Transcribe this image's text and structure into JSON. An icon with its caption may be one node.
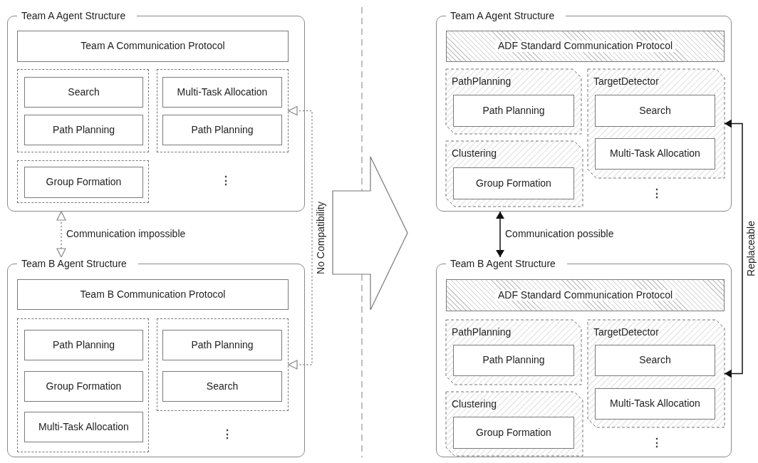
{
  "diagram": {
    "nodes": [
      {
        "text": [
          "Team A Agent Structure"
        ]
      },
      {
        "text": [
          "Team A Communication Protocol"
        ],
        "in": 0
      },
      {
        "text": [],
        "shape": "box",
        "in": 0
      },
      {
        "text": [
          "Search"
        ],
        "in": 2
      },
      {
        "text": [
          "Path Planning"
        ],
        "in": 2
      },
      {
        "text": [],
        "shape": "box",
        "in": 0
      },
      {
        "text": [
          "Multi-Task Allocation"
        ],
        "in": 5
      },
      {
        "text": [
          "Path Planning"
        ],
        "in": 5
      },
      {
        "text": [],
        "shape": "box",
        "in": 0
      },
      {
        "text": [
          "Group Formation"
        ],
        "in": 8
      },
      {
        "text": [
          "Team B Agent Structure"
        ]
      },
      {
        "text": [
          "Team B Communication Protocol"
        ],
        "in": 10
      },
      {
        "text": [],
        "shape": "box",
        "in": 10
      },
      {
        "text": [
          "Path Planning"
        ],
        "in": 12
      },
      {
        "text": [
          "Group Formation"
        ],
        "in": 12
      },
      {
        "text": [
          "Multi-Task Allocation"
        ],
        "in": 12
      },
      {
        "text": [],
        "shape": "box",
        "in": 10
      },
      {
        "text": [
          "Path Planning"
        ],
        "in": 16
      },
      {
        "text": [
          "Search"
        ],
        "in": 16
      },
      {
        "text": [
          "Team A Agent Structure"
        ]
      },
      {
        "text": [
          "ADF Standard Communication Protocol"
        ],
        "in": 19
      },
      {
        "text": [
          "PathPlanning"
        ],
        "in": 19
      },
      {
        "text": [
          "Path Planning"
        ],
        "in": 21
      },
      {
        "text": [
          "Clustering"
        ],
        "in": 19
      },
      {
        "text": [
          "Group Formation"
        ],
        "in": 23
      },
      {
        "text": [
          "TargetDetector"
        ],
        "in": 19
      },
      {
        "text": [
          "Search"
        ],
        "in": 25
      },
      {
        "text": [
          "Multi-Task Allocation"
        ],
        "in": 25
      },
      {
        "text": [
          "Team B Agent Structure"
        ]
      },
      {
        "text": [
          "ADF Standard Communication Protocol"
        ],
        "in": 28
      },
      {
        "text": [
          "PathPlanning"
        ],
        "in": 28
      },
      {
        "text": [
          "Path Planning"
        ],
        "in": 30
      },
      {
        "text": [
          "Clustering"
        ],
        "in": 28
      },
      {
        "text": [
          "Group Formation"
        ],
        "in": 32
      },
      {
        "text": [
          "TargetDetector"
        ],
        "in": 28
      },
      {
        "text": [
          "Search"
        ],
        "in": 34
      },
      {
        "text": [
          "Multi-Task Allocation"
        ],
        "in": 34
      }
    ],
    "edges": [
      {
        "from": 0,
        "to": 10,
        "arrow": "both",
        "style": "dashed",
        "color": "#888888",
        "label": "Communication impossible"
      },
      {
        "from": 5,
        "to": 16,
        "arrow": "both",
        "style": "dashed",
        "color": "#888888",
        "label": "No Compatibility"
      },
      {
        "from": 19,
        "to": 28,
        "arrow": "both",
        "color": "#111111",
        "label": "Communication possible"
      },
      {
        "from": 25,
        "to": 34,
        "arrow": "both",
        "color": "#111111",
        "label": "Replaceable"
      }
    ],
    "labels": [
      "⋮",
      "⋮",
      "⋮",
      "⋮"
    ]
  }
}
